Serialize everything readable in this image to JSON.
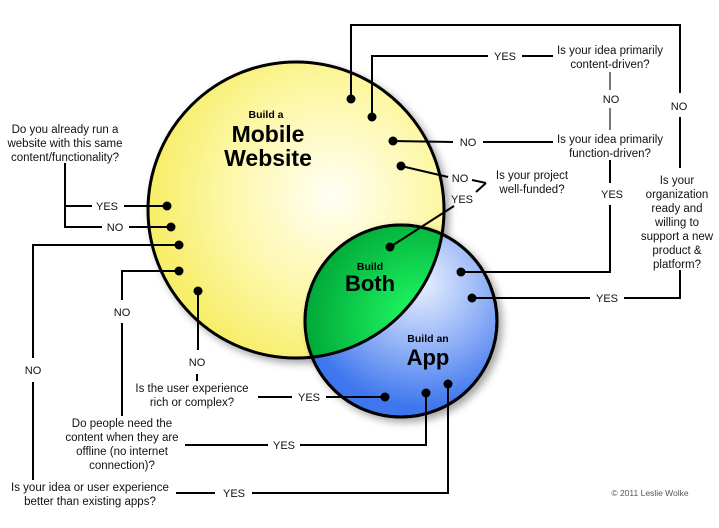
{
  "colors": {
    "mobile": "#fdf57a",
    "app": "#4f86f0",
    "both": "#00cc44"
  },
  "circles": {
    "mobile": {
      "line1": "Build a",
      "line2": "Mobile",
      "line3": "Website"
    },
    "both": {
      "line1": "Build",
      "line2": "Both"
    },
    "app": {
      "line1": "Build an",
      "line2": "App"
    }
  },
  "questions": {
    "content_driven": [
      "Is your idea primarily",
      "content-driven?"
    ],
    "function_driven": [
      "Is your idea primarily",
      "function-driven?"
    ],
    "well_funded": [
      "Is your project",
      "well-funded?"
    ],
    "org_ready": [
      "Is your",
      "organization",
      "ready and",
      "willing to",
      "support a new",
      "product &",
      "platform?"
    ],
    "run_website": [
      "Do you already run a",
      "website with this same",
      "content/functionality?"
    ],
    "rich_ux": [
      "Is the user experience",
      "rich or complex?"
    ],
    "offline": [
      "Do people need the",
      "content when they are",
      "offline (no internet",
      "connection)?"
    ],
    "better_ux": [
      "Is your idea or user experience",
      "better than existing apps?"
    ]
  },
  "answers": {
    "yes": "YES",
    "no": "NO"
  },
  "copyright": "© 2011 Leslie Wolke"
}
